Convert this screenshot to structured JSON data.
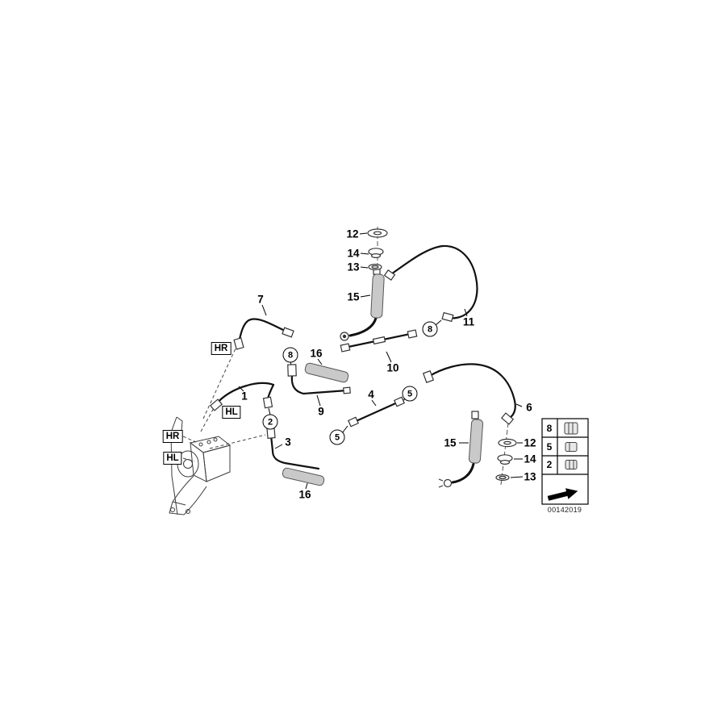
{
  "diagram": {
    "type": "brake-pipe-parts-diagram",
    "drawing_number": "00142019",
    "callouts": {
      "twelve_top": "12",
      "fourteen_top": "14",
      "thirteen_top": "13",
      "fifteen_top": "15",
      "seven": "7",
      "eleven": "11",
      "sixteen_top": "16",
      "ten": "10",
      "one": "1",
      "nine": "9",
      "four": "4",
      "three": "3",
      "six": "6",
      "fifteen_bottom": "15",
      "twelve_bottom": "12",
      "fourteen_bottom": "14",
      "thirteen_bottom": "13",
      "sixteen_bottom": "16"
    },
    "circled_callouts": {
      "eight_left": "8",
      "eight_right": "8",
      "two": "2",
      "five_left": "5",
      "five_right": "5"
    },
    "position_tags": {
      "hr_pipe": "HR",
      "hl_pipe": "HL",
      "hr_unit": "HR",
      "hl_unit": "HL"
    },
    "legend": {
      "rows": [
        {
          "number": "8",
          "icon": "union-nut-large"
        },
        {
          "number": "5",
          "icon": "union-nut-medium"
        },
        {
          "number": "2",
          "icon": "union-nut-small"
        }
      ],
      "arrow_icon": "direction-arrow"
    }
  }
}
